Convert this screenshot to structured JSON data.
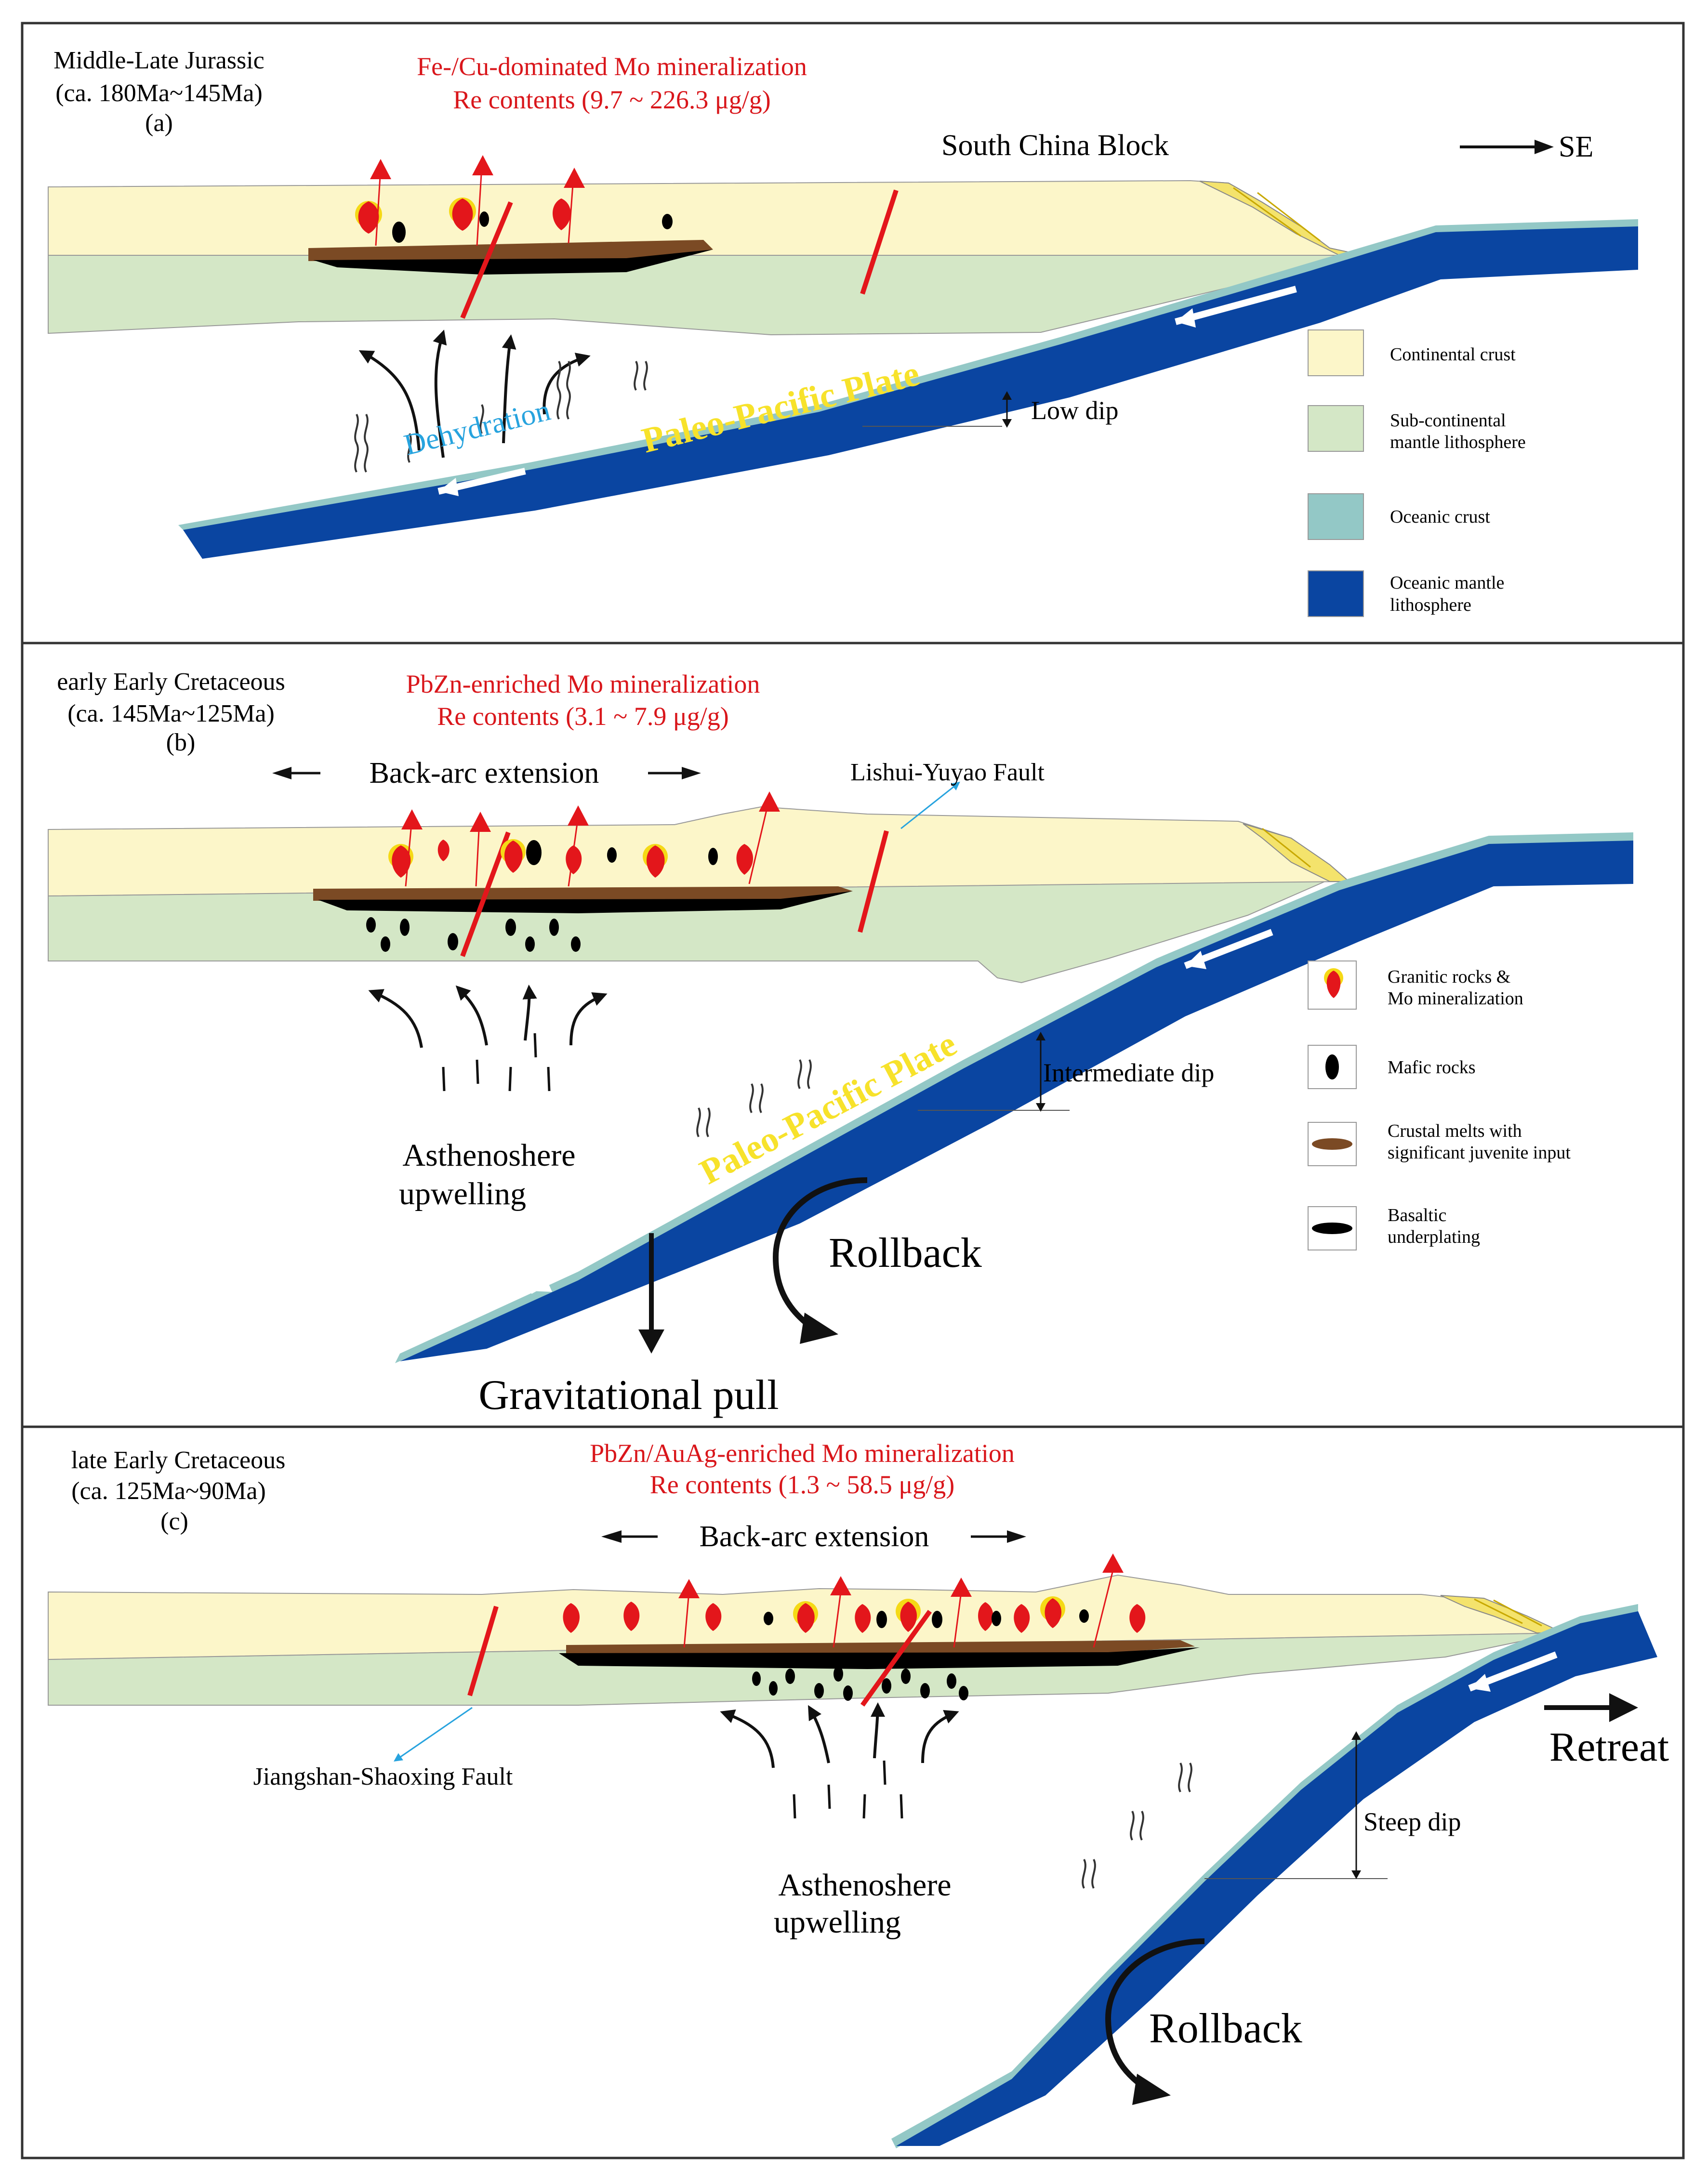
{
  "colors": {
    "continental_crust": "#fcf6c9",
    "mantle_lithosphere": "#d4e7c6",
    "oceanic_crust": "#93c8c6",
    "oceanic_mantle": "#0a45a1",
    "fault": "#e3161b",
    "melt": "#7b4a24",
    "red_text": "#d9161b",
    "plate_label": "#f7e22b",
    "dehydration": "#27a3de",
    "wedge": "#f4e36c",
    "granite_halo": "#f5d916"
  },
  "panel_a": {
    "age_line1": "Middle-Late Jurassic",
    "age_line2": "(ca. 180Ma~145Ma)",
    "letter": "(a)",
    "title_line1": "Fe-/Cu-dominated Mo mineralization",
    "title_line2": "Re contents (9.7 ~ 226.3 μg/g)",
    "block_label": "South China Block",
    "direction": "SE",
    "dehydration": "Dehydration",
    "plate": "Paleo-Pacific Plate",
    "dip": "Low dip"
  },
  "legend_a": [
    {
      "key": "continental",
      "label1": "Continental crust",
      "label2": ""
    },
    {
      "key": "mantle",
      "label1": "Sub-continental",
      "label2": "mantle lithosphere"
    },
    {
      "key": "oceanic_crust",
      "label1": "Oceanic crust",
      "label2": ""
    },
    {
      "key": "oceanic_mantle",
      "label1": "Oceanic mantle",
      "label2": "lithosphere"
    }
  ],
  "panel_b": {
    "age_line1": "early Early Cretaceous",
    "age_line2": "(ca. 145Ma~125Ma)",
    "letter": "(b)",
    "title_line1": "PbZn-enriched Mo mineralization",
    "title_line2": "Re contents (3.1 ~ 7.9 μg/g)",
    "extension": "Back-arc extension",
    "fault": "Lishui-Yuyao Fault",
    "plate": "Paleo-Pacific Plate",
    "dip": "Intermediate dip",
    "upwelling_line1": "Asthenoshere",
    "upwelling_line2": "upwelling",
    "rollback": "Rollback",
    "pull": "Gravitational pull"
  },
  "legend_b": [
    {
      "key": "granite",
      "label1": "Granitic rocks &",
      "label2": "Mo mineralization"
    },
    {
      "key": "mafic",
      "label1": "Mafic rocks",
      "label2": ""
    },
    {
      "key": "melts",
      "label1": "Crustal melts with",
      "label2": "significant juvenite input"
    },
    {
      "key": "underplating",
      "label1": "Basaltic",
      "label2": "underplating"
    }
  ],
  "panel_c": {
    "age_line1": "late Early Cretaceous",
    "age_line2": "(ca. 125Ma~90Ma)",
    "letter": "(c)",
    "title_line1": "PbZn/AuAg-enriched Mo mineralization",
    "title_line2": "Re contents (1.3 ~ 58.5 μg/g)",
    "extension": "Back-arc extension",
    "fault": "Jiangshan-Shaoxing Fault",
    "dip": "Steep dip",
    "retreat": "Retreat",
    "upwelling_line1": "Asthenoshere",
    "upwelling_line2": "upwelling",
    "rollback": "Rollback"
  }
}
